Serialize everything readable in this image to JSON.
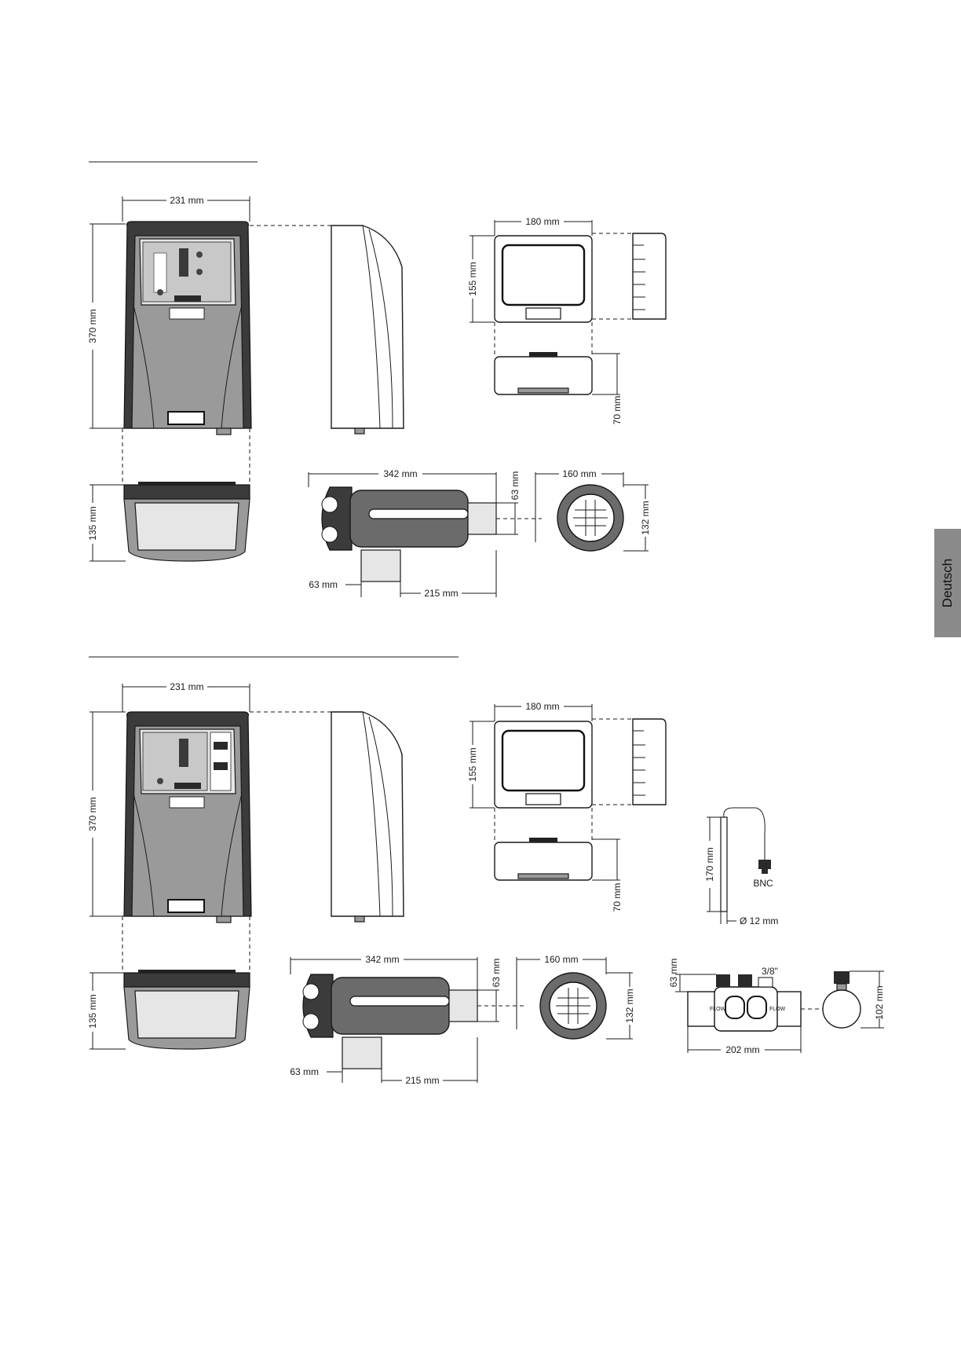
{
  "tab": {
    "label": "Deutsch"
  },
  "labels": {
    "w231": "231 mm",
    "h370": "370 mm",
    "w180": "180 mm",
    "h155": "155 mm",
    "h70": "70 mm",
    "h135": "135 mm",
    "w342": "342 mm",
    "d63": "63 mm",
    "w215": "215 mm",
    "w160": "160 mm",
    "h132": "132 mm",
    "h170": "170 mm",
    "bnc": "BNC",
    "dia12": "Ø 12 mm",
    "thread38": "3/8\"",
    "w202": "202 mm",
    "h102": "102 mm",
    "flow": "FLOW"
  }
}
